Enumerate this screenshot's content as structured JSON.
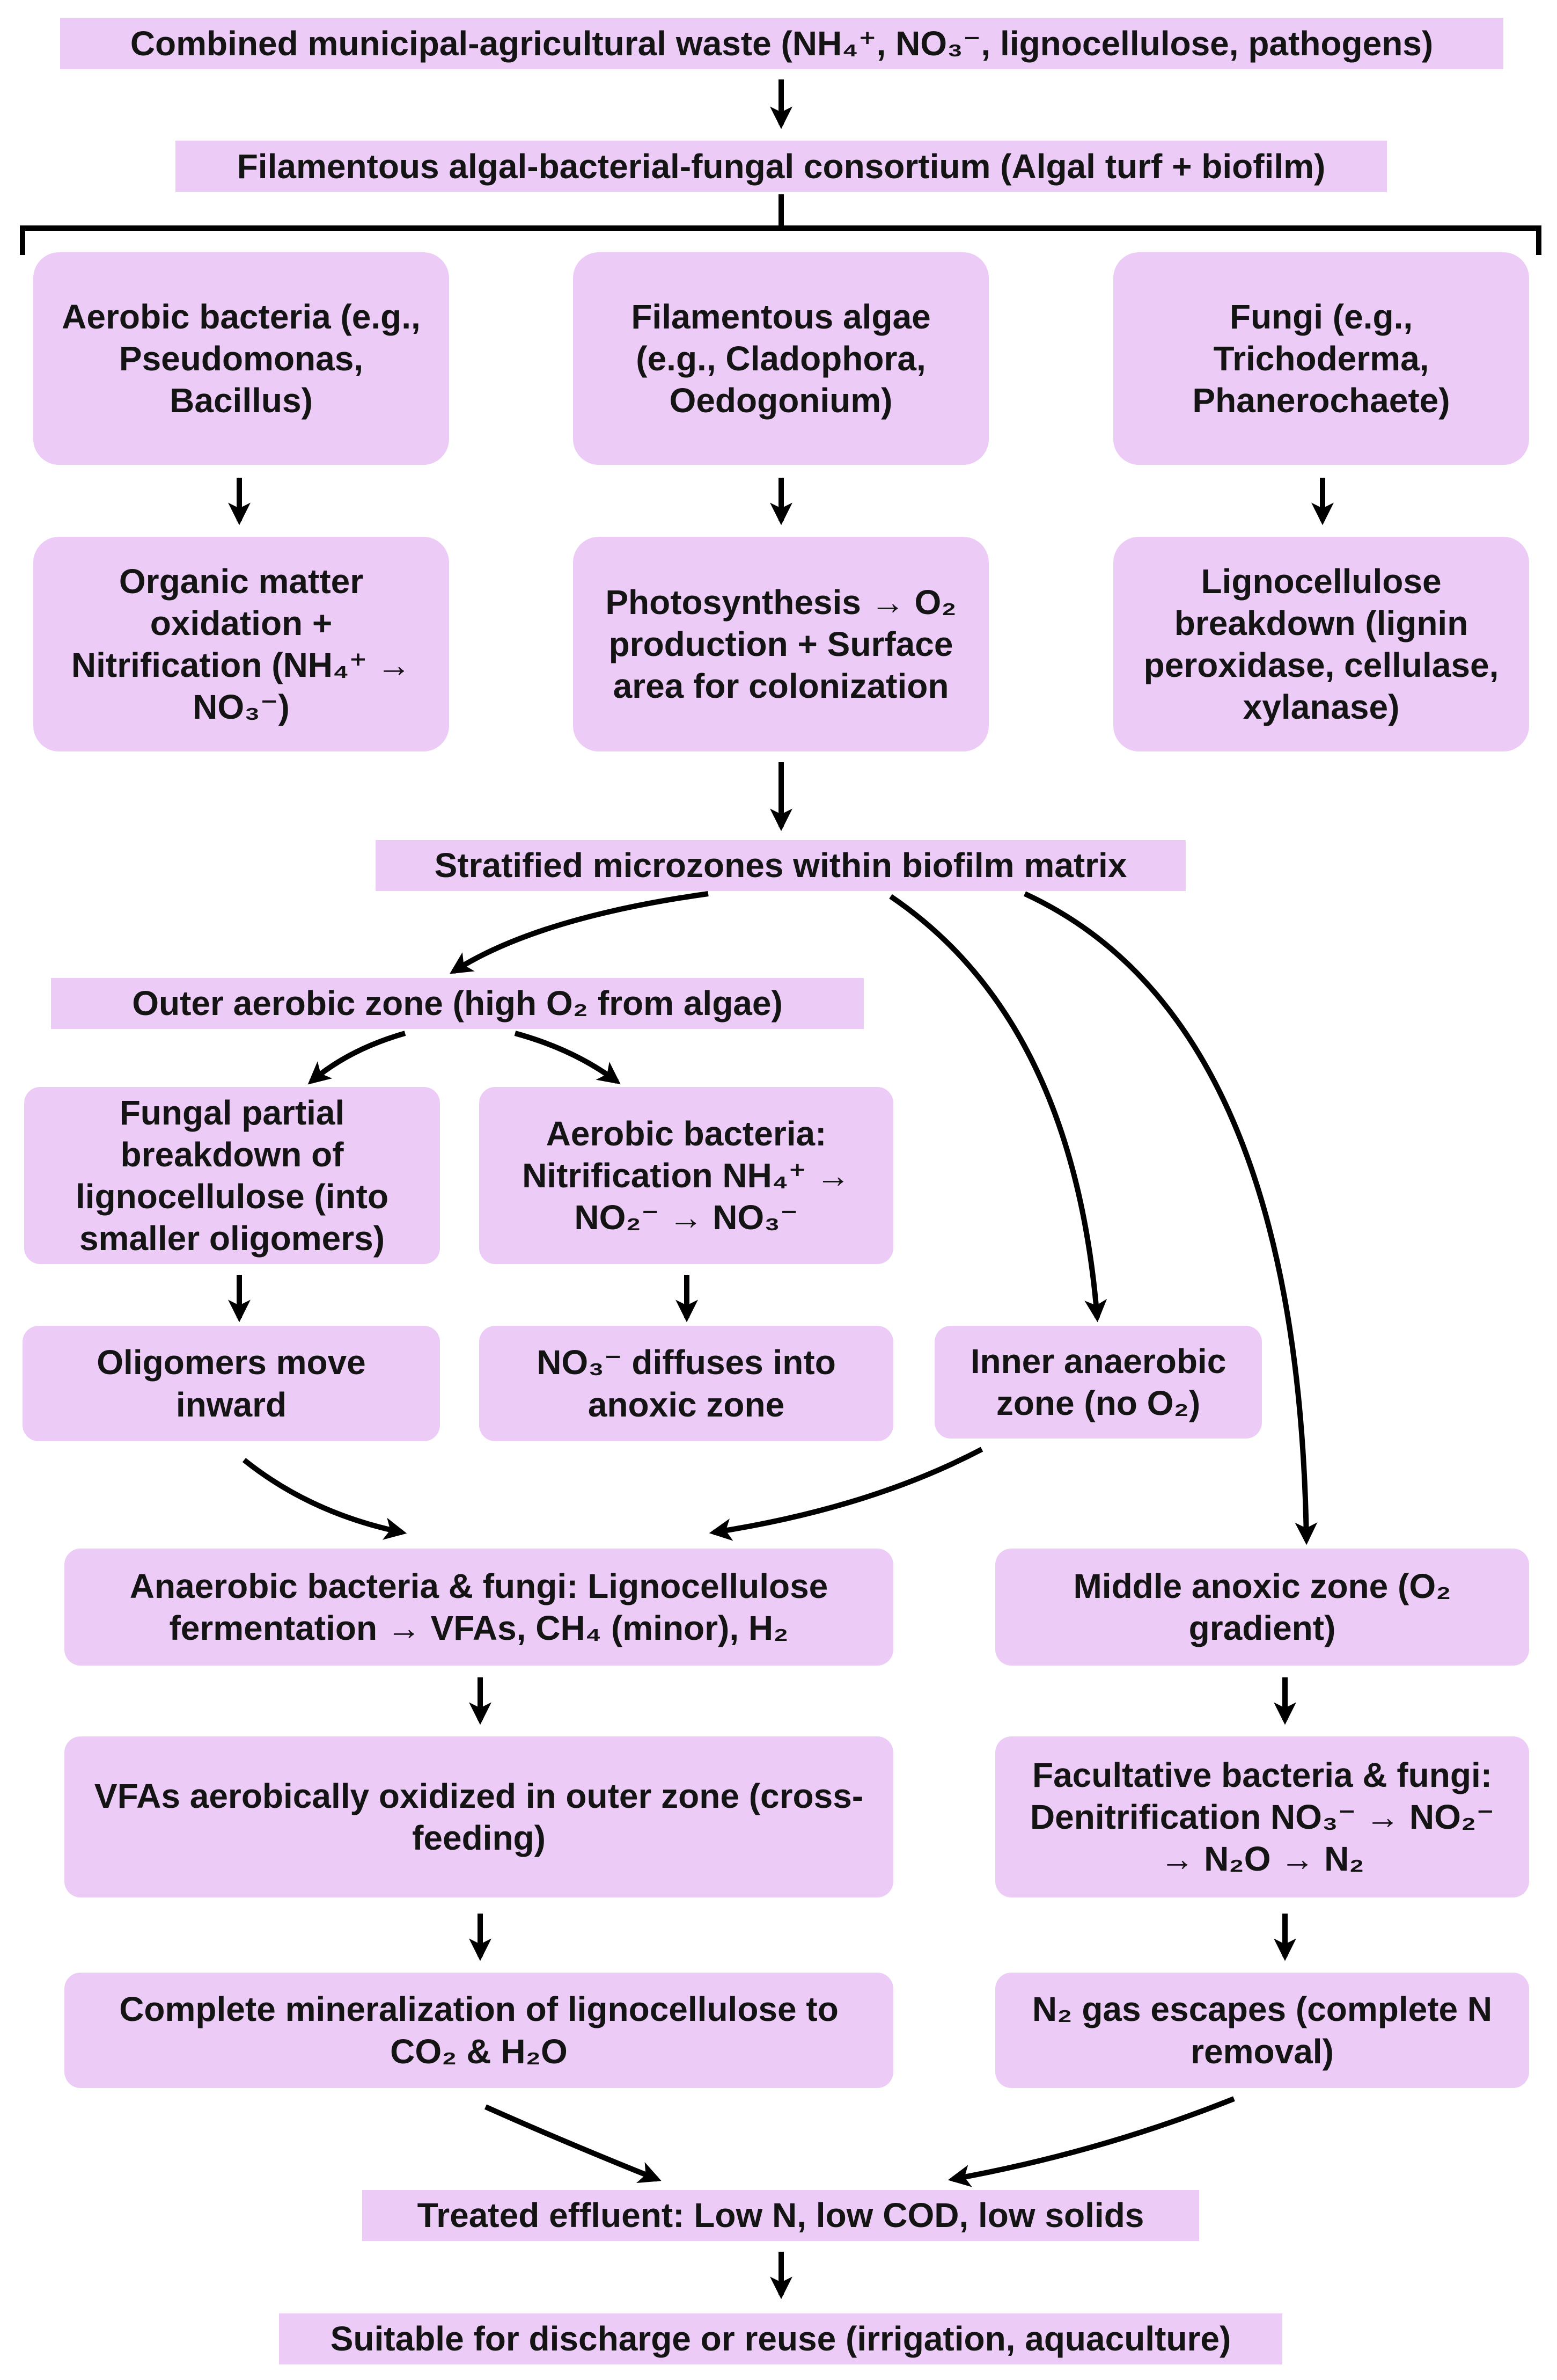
{
  "colors": {
    "box_fill": "#ecccf6",
    "arrow": "#000000",
    "text": "#141414"
  },
  "nodes": {
    "input": "Combined municipal-agricultural  waste (NH₄⁺, NO₃⁻, lignocellulose, pathogens)",
    "consortium": "Filamentous algal-bacterial-fungal consortium (Algal turf + biofilm)",
    "aerobic_bacteria": "Aerobic bacteria (e.g., Pseudomonas, Bacillus)",
    "filamentous_algae": "Filamentous algae (e.g., Cladophora, Oedogonium)",
    "fungi": "Fungi (e.g., Trichoderma, Phanerochaete)",
    "oxidation_nitrification": "Organic matter oxidation + Nitrification (NH₄⁺ → NO₃⁻)",
    "photosynthesis": "Photosynthesis → O₂ production + Surface area for colonization",
    "lignocellulose_breakdown": "Lignocellulose breakdown (lignin peroxidase, cellulase, xylanase)",
    "microzones": "Stratified microzones within biofilm matrix",
    "outer_aerobic": "Outer aerobic zone (high O₂ from algae)",
    "fungal_partial": "Fungal partial breakdown of lignocellulose (into smaller oligomers)",
    "aerobic_nitrification": "Aerobic bacteria: Nitrification NH₄⁺ → NO₂⁻ → NO₃⁻",
    "oligomers_move": "Oligomers move inward",
    "no3_diffuses": "NO₃⁻ diffuses into anoxic zone",
    "inner_anaerobic": "Inner anaerobic zone (no O₂)",
    "anaerobic_fermentation": "Anaerobic bacteria & fungi: Lignocellulose fermentation → VFAs, CH₄ (minor), H₂",
    "middle_anoxic": "Middle anoxic zone (O₂ gradient)",
    "vfa_oxidized": "VFAs aerobically oxidized in outer zone (cross-feeding)",
    "denitrification": "Facultative bacteria & fungi: Denitrification NO₃⁻ → NO₂⁻ → N₂O → N₂",
    "mineralization": "Complete mineralization of lignocellulose to CO₂ & H₂O",
    "n2_escapes": "N₂ gas escapes (complete N removal)",
    "treated_effluent": "Treated effluent: Low N, low COD, low solids",
    "reuse": "Suitable for discharge or reuse (irrigation, aquaculture)"
  }
}
